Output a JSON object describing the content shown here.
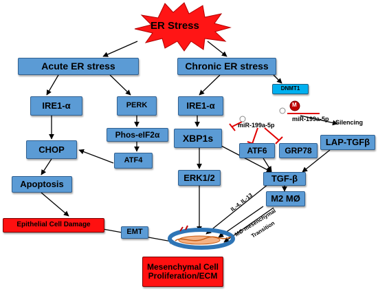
{
  "burst": {
    "label": "ER Stress"
  },
  "acute": {
    "title": "Acute ER stress",
    "ire1": "IRE1-α",
    "perk": "PERK",
    "phos": "Phos-eIF2α",
    "atf4": "ATF4",
    "chop": "CHOP",
    "apoptosis": "Apoptosis",
    "epithelial": "Epithelial Cell Damage"
  },
  "chronic": {
    "title": "Chronic ER stress",
    "dnmt1": "DNMT1",
    "ire1": "IRE1-α",
    "xbp1s": "XBP1s",
    "atf6": "ATF6",
    "grp78": "GRP78",
    "lap_tgfb": "LAP-TGFβ",
    "erk": "ERK1/2",
    "tgfb": "TGF-β",
    "m2": "M2 MØ",
    "mir_a": "miR-199a-5p",
    "mir_b": "miR-199a-5p",
    "silencing": "Silencing",
    "me_marker": "M"
  },
  "outcome": {
    "emt": "EMT",
    "il": "IL-4, IL-13",
    "transition_1": "MØ-mesenchymal",
    "transition_2": "Transition",
    "mesenchymal": "Mesenchymal Cell Proliferation/ECM"
  },
  "colors": {
    "box": "#5b9bd5",
    "red": "#ff1010",
    "dnmt": "#00b0f0",
    "inhibit": "#e00000"
  }
}
